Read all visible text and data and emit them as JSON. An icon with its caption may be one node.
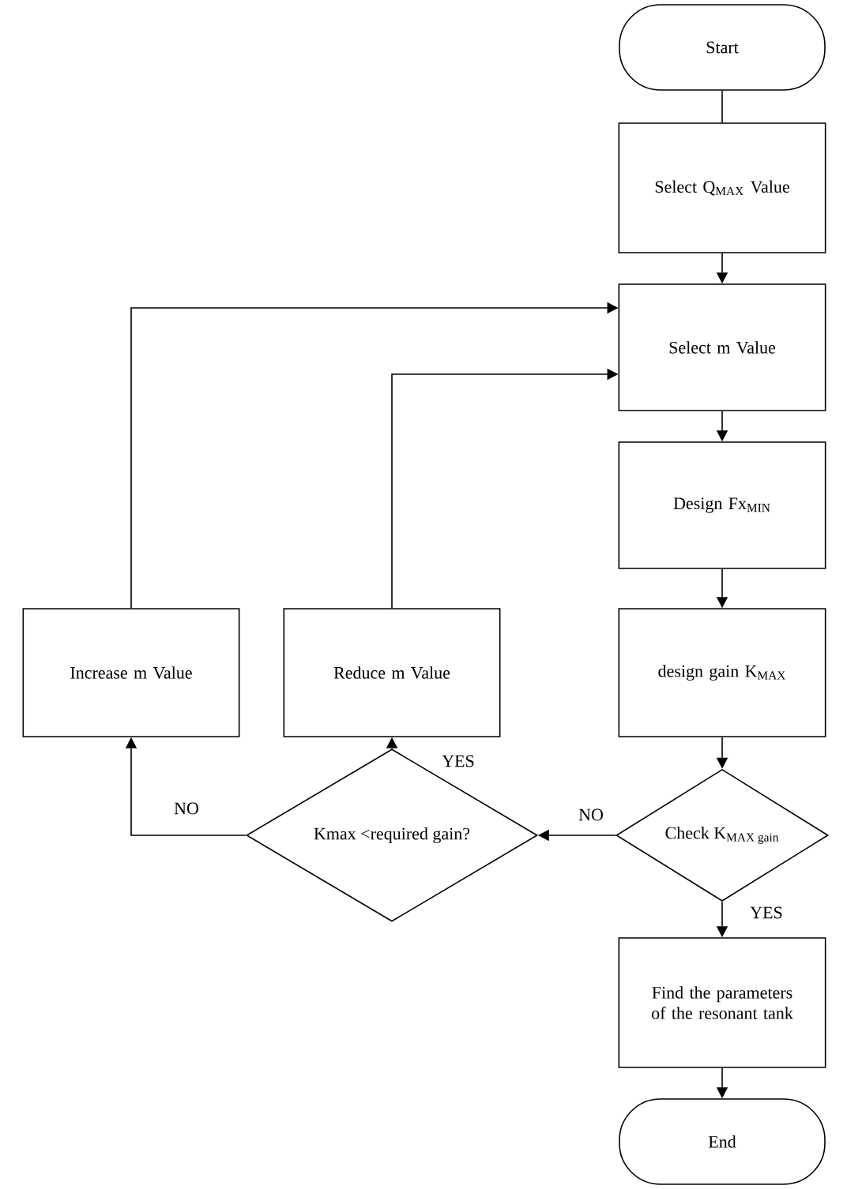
{
  "diagram": {
    "nodes": [
      {
        "text": [
          "Start"
        ]
      },
      {
        "text": [
          "Select Q$_{MAX}$ Value"
        ]
      },
      {
        "text": [
          "Select m Value"
        ]
      },
      {
        "text": [
          "Design Fx$_{MIN}$"
        ]
      },
      {
        "text": [
          "design gain K$_{MAX}$"
        ]
      },
      {
        "text": [
          "\\text{Check K}_{\\text{MAX gain}}"
        ]
      },
      {
        "text": [
          "Kmax <required gain?"
        ]
      },
      {
        "text": [
          "Increase m Value"
        ]
      },
      {
        "text": [
          "Reduce m Value"
        ]
      },
      {
        "text": [
          "Find the parameters of the resonant tank"
        ]
      },
      {
        "text": [
          "End"
        ]
      }
    ],
    "edges": [
      {
        "from": 0,
        "to": 1,
        "arrow": "none"
      },
      {
        "from": 1,
        "to": 2,
        "arrow": "to"
      },
      {
        "from": 2,
        "to": 3,
        "arrow": "to"
      },
      {
        "from": 3,
        "to": 4,
        "arrow": "to"
      },
      {
        "from": 4,
        "to": 5,
        "arrow": "to"
      },
      {
        "from": 5,
        "to": 6,
        "arrow": "to",
        "label": "NO"
      },
      {
        "from": 5,
        "to": 9,
        "arrow": "to",
        "label": "YES"
      },
      {
        "from": 6,
        "to": 8,
        "arrow": "to",
        "label": "YES"
      },
      {
        "from": 6,
        "to": 7,
        "arrow": "to",
        "label": "NO"
      },
      {
        "from": 7,
        "to": 2,
        "arrow": "to"
      },
      {
        "from": 8,
        "to": 2,
        "arrow": "to"
      },
      {
        "from": 9,
        "to": 10,
        "arrow": "to"
      }
    ]
  }
}
